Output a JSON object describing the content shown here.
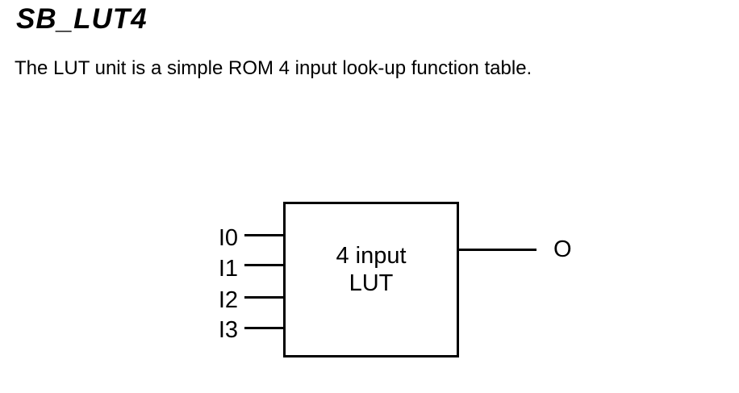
{
  "page": {
    "title": "SB_LUT4",
    "description": "The LUT unit is a simple ROM 4 input look-up function table."
  },
  "diagram": {
    "block_label_line1": "4 input",
    "block_label_line2": "LUT",
    "inputs": [
      {
        "label": "I0"
      },
      {
        "label": "I1"
      },
      {
        "label": "I2"
      },
      {
        "label": "I3"
      }
    ],
    "output": {
      "label": "O"
    },
    "colors": {
      "line": "#000000",
      "text": "#000000",
      "background": "#ffffff"
    }
  }
}
